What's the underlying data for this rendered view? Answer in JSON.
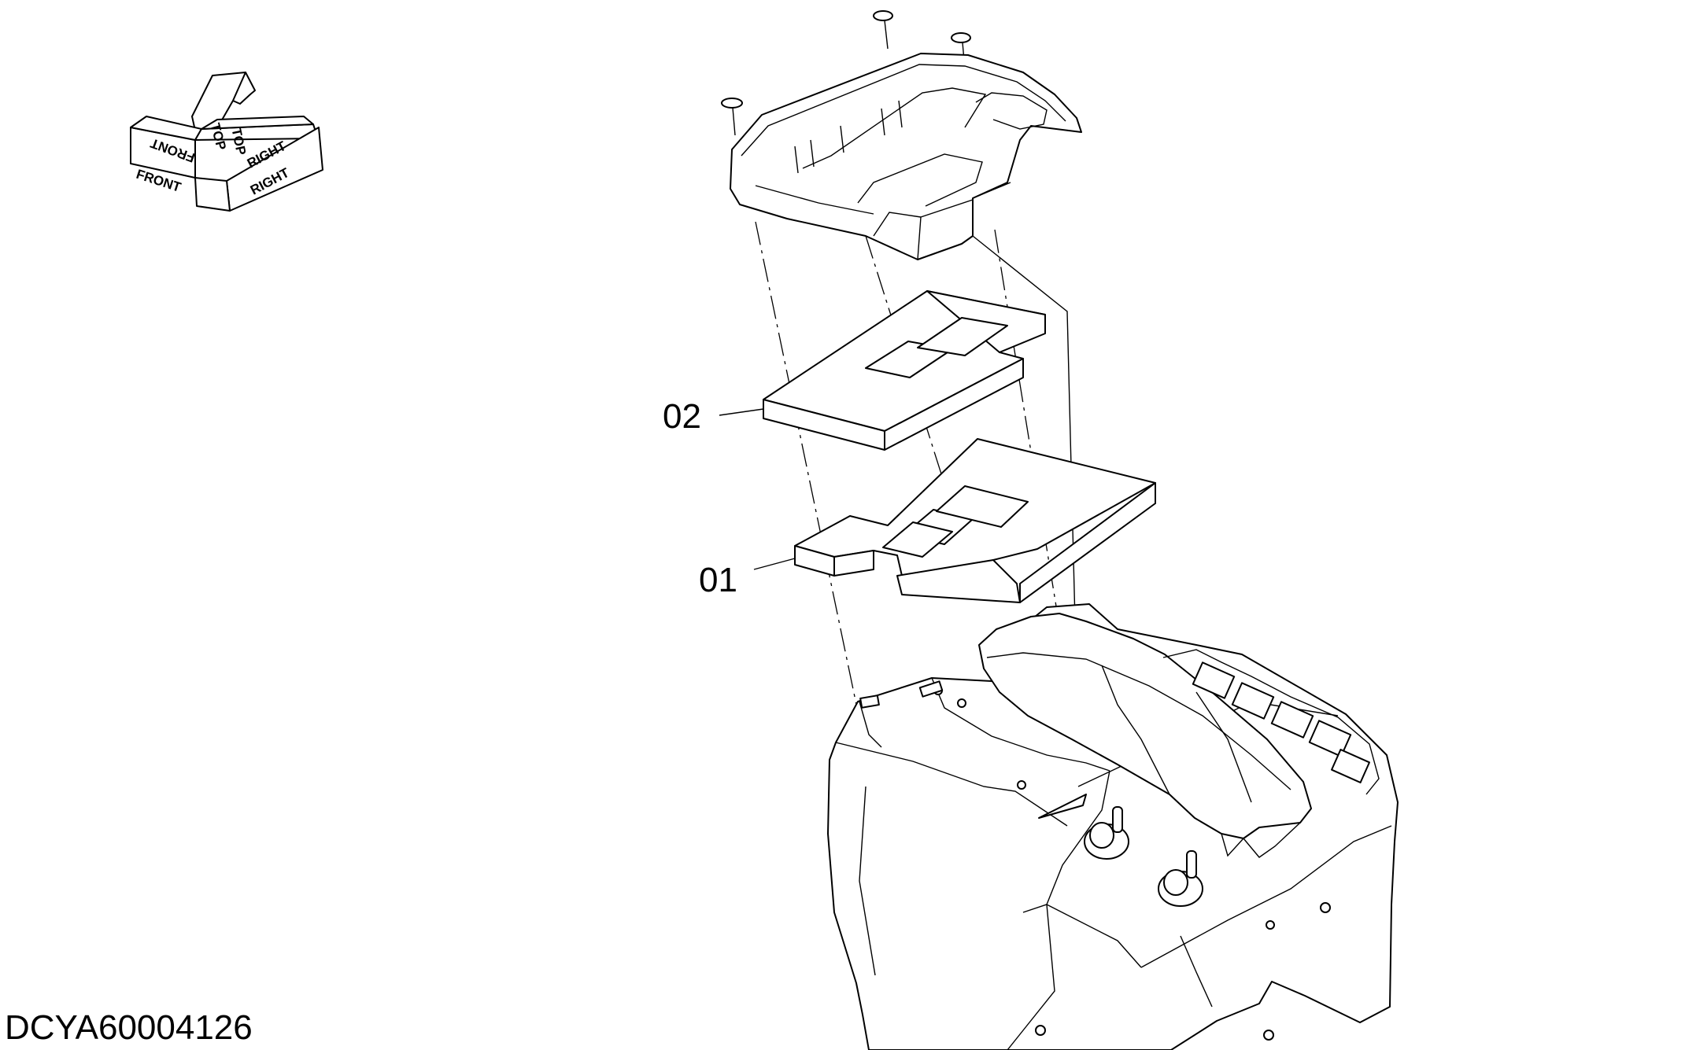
{
  "drawing_id": "DCYA60004126",
  "parts": [
    {
      "number": "02"
    },
    {
      "number": "01"
    }
  ],
  "orientation": {
    "front": "FRONT",
    "top": "TOP",
    "right": "RIGHT"
  }
}
